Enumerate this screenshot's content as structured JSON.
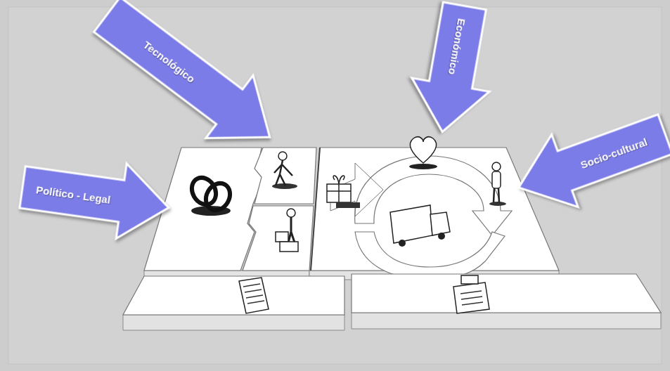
{
  "diagram": {
    "nodes": [
      {
        "text": [
          "Tecnológico"
        ]
      },
      {
        "text": [
          "Económico"
        ]
      },
      {
        "text": [
          "Socio-cultural"
        ]
      },
      {
        "text": [
          "Político - Legal"
        ]
      }
    ]
  }
}
